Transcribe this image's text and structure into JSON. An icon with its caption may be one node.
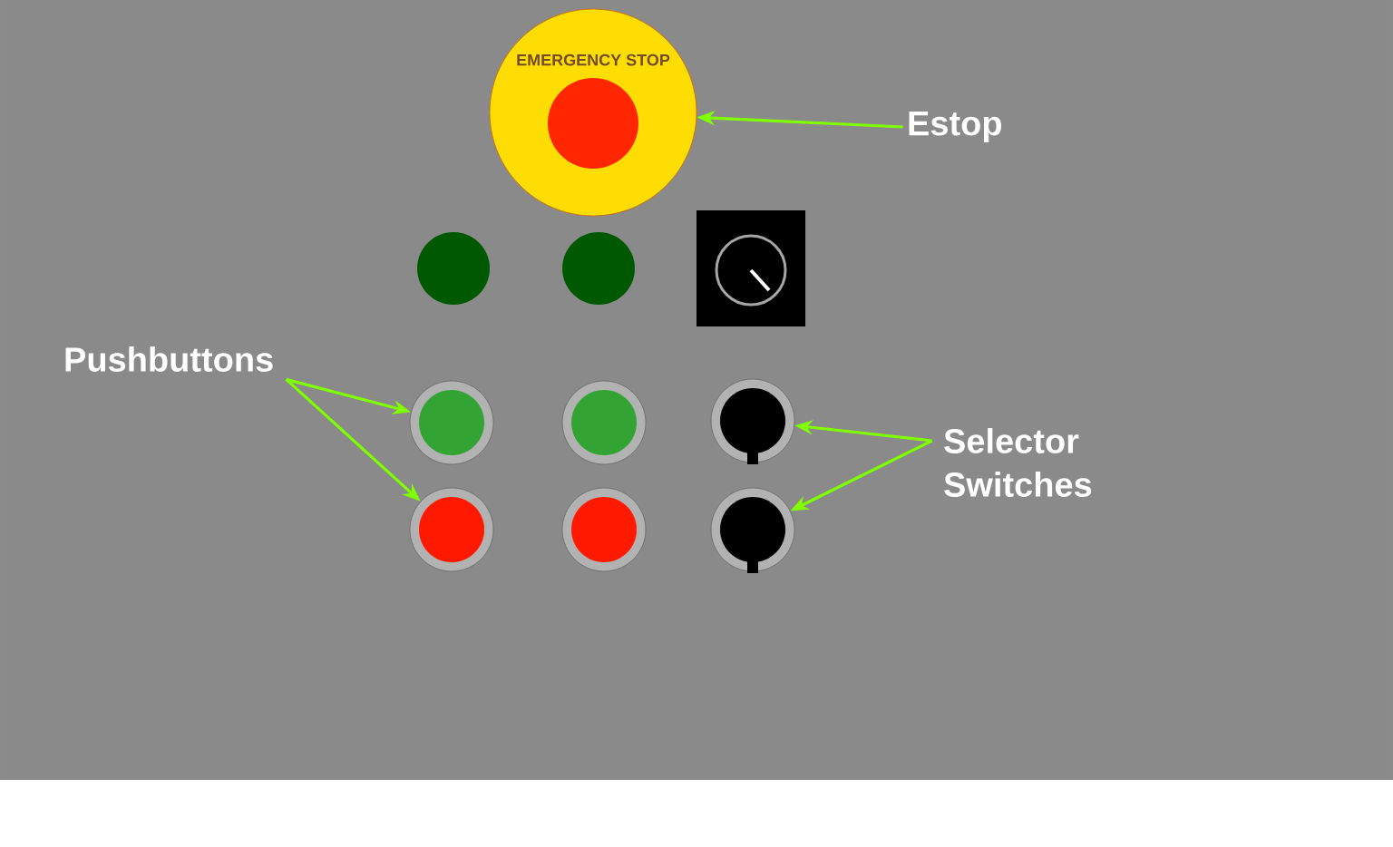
{
  "diagram": {
    "nodes": [
      {
        "text": [
          "EMERGENCY STOP"
        ]
      },
      {
        "text": [
          "Estop"
        ]
      },
      {
        "text": [
          "Pushbuttons"
        ]
      },
      {
        "text": [],
        "shape": "circle"
      },
      {
        "text": [],
        "shape": "circle"
      },
      {
        "text": [],
        "shape": "circle"
      },
      {
        "text": [
          "Selector Switches"
        ]
      },
      {
        "text": [],
        "shape": "circle"
      },
      {
        "text": [],
        "shape": "circle"
      },
      {
        "text": [],
        "shape": "circle"
      }
    ],
    "edges": [
      {
        "from": 1,
        "to": 0,
        "arrow": "to"
      },
      {
        "from": 2,
        "to": 3,
        "arrow": "to"
      },
      {
        "from": 2,
        "to": 7,
        "arrow": "to"
      },
      {
        "from": 6,
        "to": 5,
        "arrow": "to"
      },
      {
        "from": 6,
        "to": 9,
        "arrow": "to"
      }
    ]
  }
}
